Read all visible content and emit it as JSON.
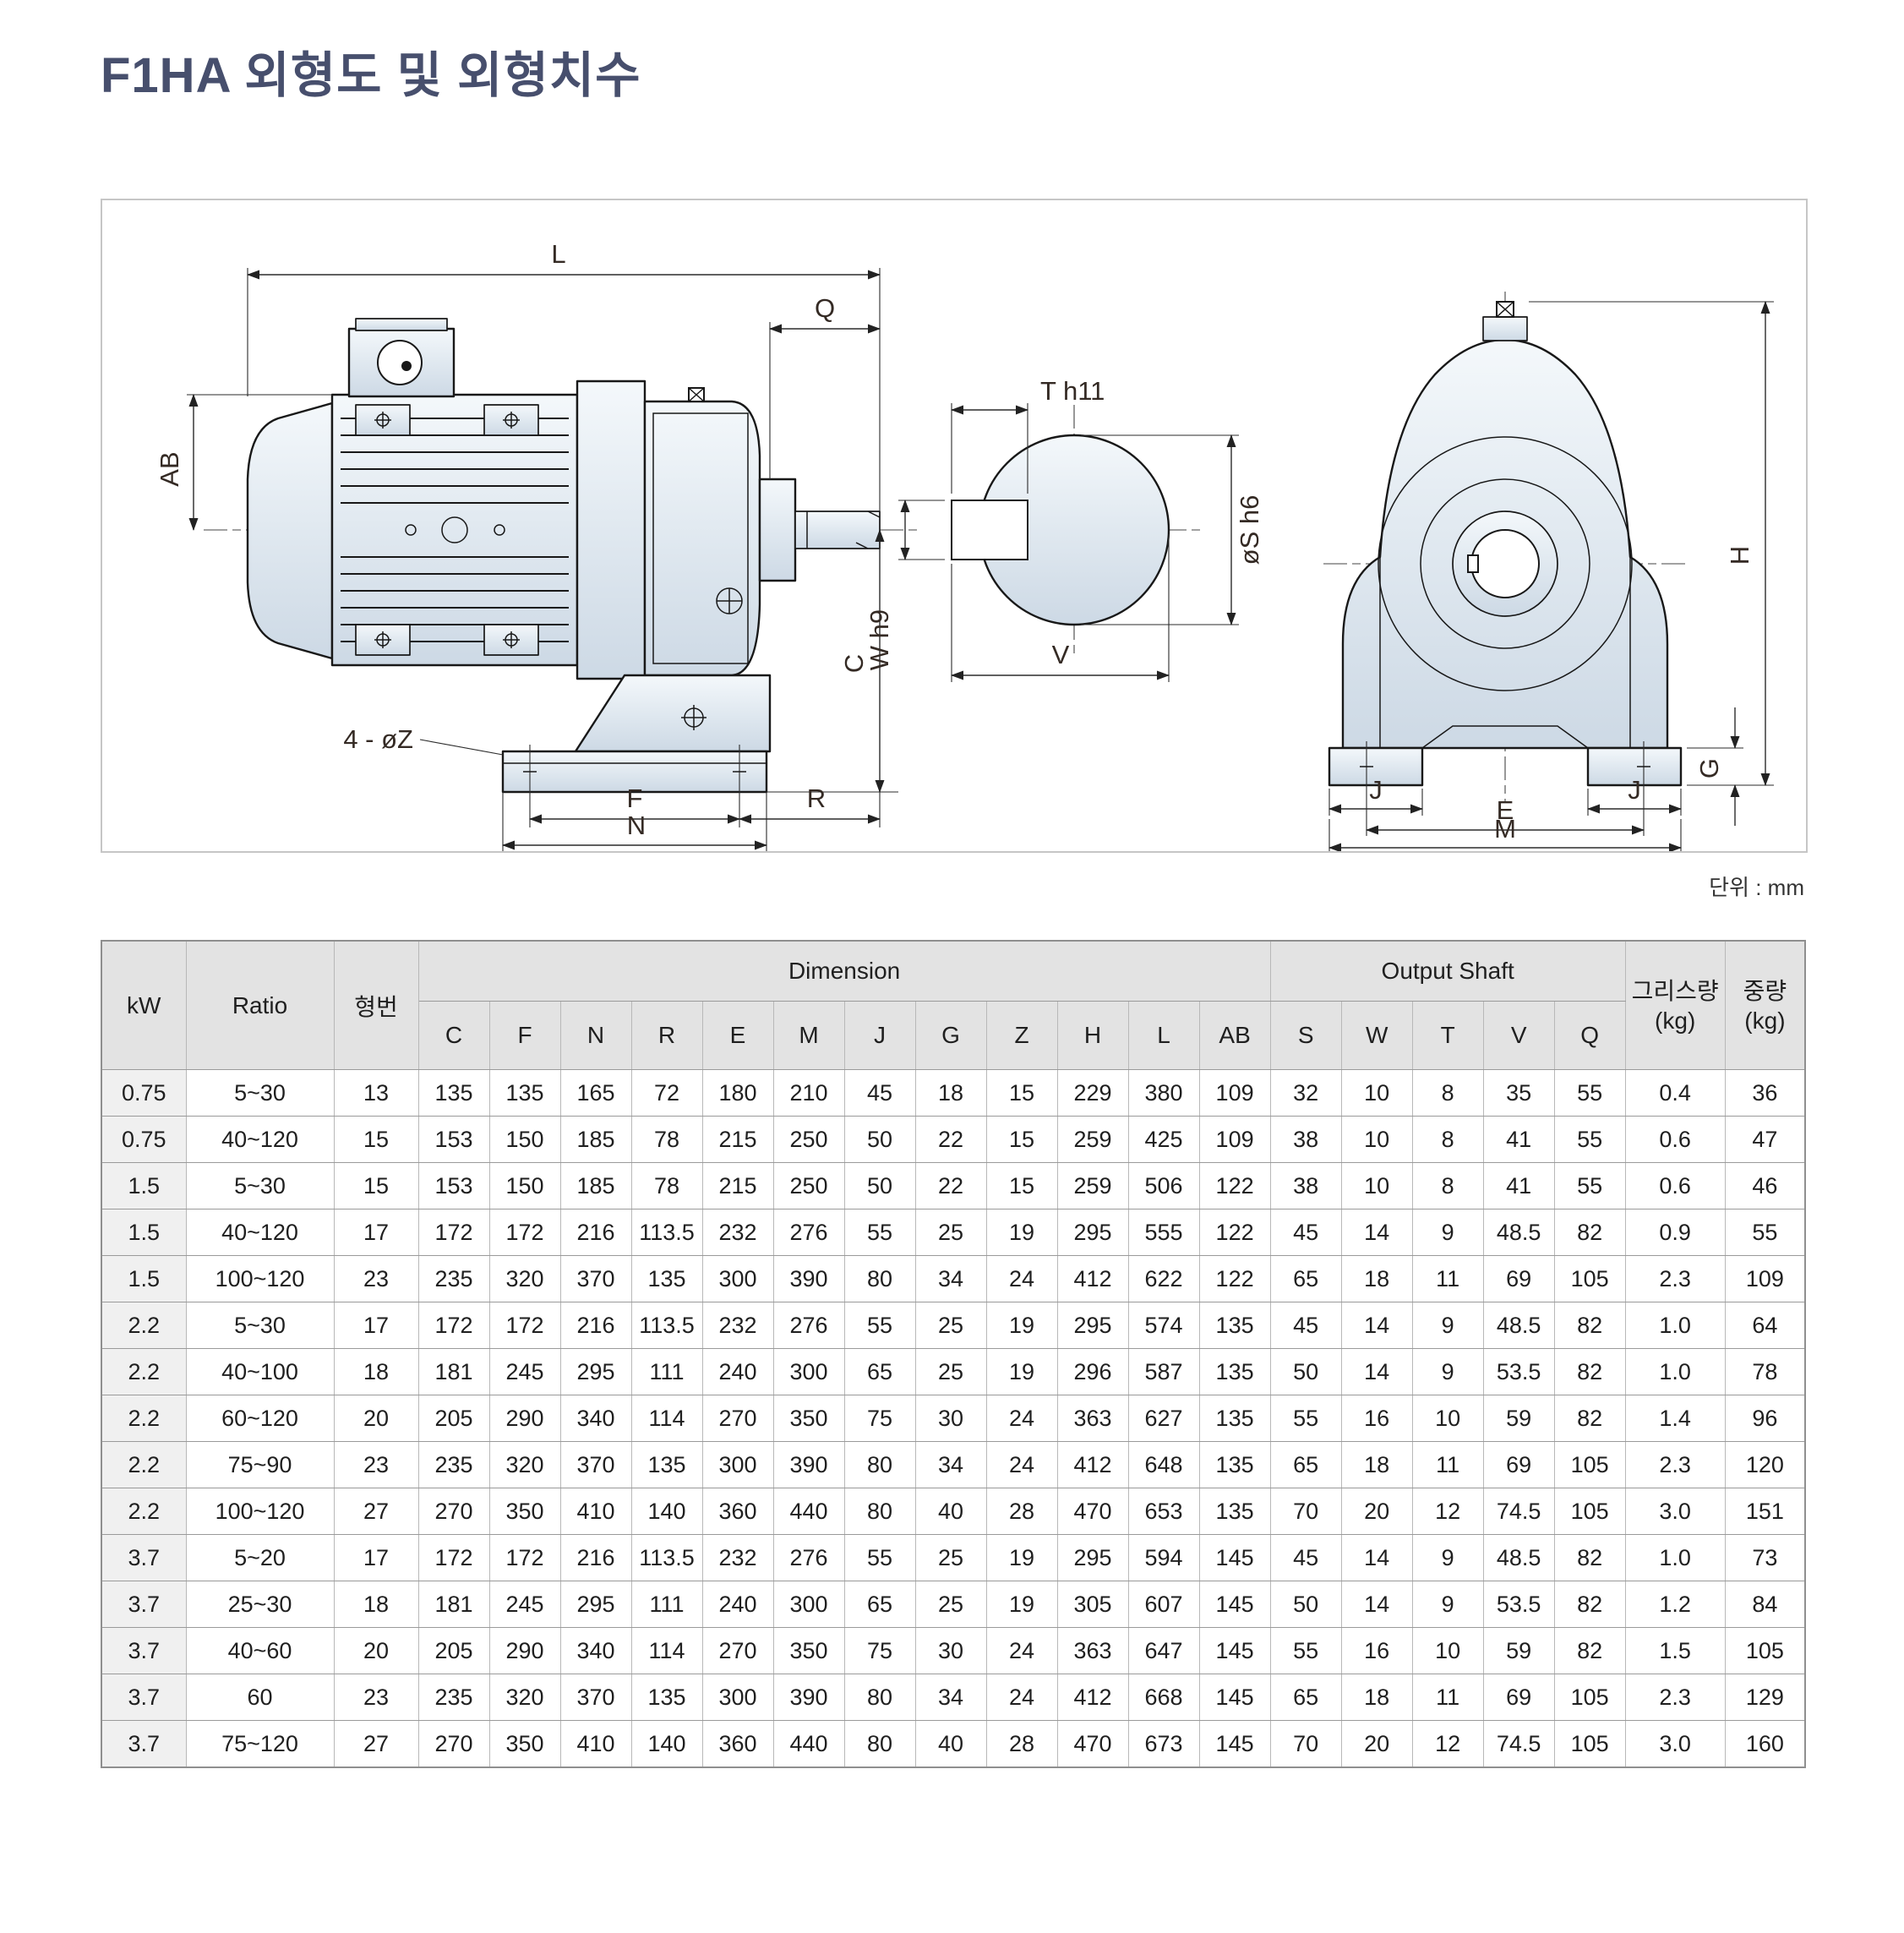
{
  "page": {
    "title": "F1HA 외형도 및 외형치수",
    "unit_note": "단위 : mm"
  },
  "drawing": {
    "side": {
      "L": "L",
      "Q": "Q",
      "AB": "AB",
      "C": "C",
      "F": "F",
      "R": "R",
      "N": "N",
      "bolt_note": "4 - øZ"
    },
    "section": {
      "T": "T h11",
      "W": "W h9",
      "S": "øS h6",
      "V": "V"
    },
    "front": {
      "H": "H",
      "G": "G",
      "J": "J",
      "E": "E",
      "M": "M"
    }
  },
  "table": {
    "headers": {
      "kw": "kW",
      "ratio": "Ratio",
      "model": "형번",
      "dimension": "Dimension",
      "output_shaft": "Output Shaft",
      "grease": "그리스량",
      "grease_unit": "(kg)",
      "weight": "중량",
      "weight_unit": "(kg)",
      "dim_cols": [
        "C",
        "F",
        "N",
        "R",
        "E",
        "M",
        "J",
        "G",
        "Z",
        "H",
        "L",
        "AB"
      ],
      "shaft_cols": [
        "S",
        "W",
        "T",
        "V",
        "Q"
      ]
    },
    "rows": [
      [
        "0.75",
        "5~30",
        "13",
        "135",
        "135",
        "165",
        "72",
        "180",
        "210",
        "45",
        "18",
        "15",
        "229",
        "380",
        "109",
        "32",
        "10",
        "8",
        "35",
        "55",
        "0.4",
        "36"
      ],
      [
        "0.75",
        "40~120",
        "15",
        "153",
        "150",
        "185",
        "78",
        "215",
        "250",
        "50",
        "22",
        "15",
        "259",
        "425",
        "109",
        "38",
        "10",
        "8",
        "41",
        "55",
        "0.6",
        "47"
      ],
      [
        "1.5",
        "5~30",
        "15",
        "153",
        "150",
        "185",
        "78",
        "215",
        "250",
        "50",
        "22",
        "15",
        "259",
        "506",
        "122",
        "38",
        "10",
        "8",
        "41",
        "55",
        "0.6",
        "46"
      ],
      [
        "1.5",
        "40~120",
        "17",
        "172",
        "172",
        "216",
        "113.5",
        "232",
        "276",
        "55",
        "25",
        "19",
        "295",
        "555",
        "122",
        "45",
        "14",
        "9",
        "48.5",
        "82",
        "0.9",
        "55"
      ],
      [
        "1.5",
        "100~120",
        "23",
        "235",
        "320",
        "370",
        "135",
        "300",
        "390",
        "80",
        "34",
        "24",
        "412",
        "622",
        "122",
        "65",
        "18",
        "11",
        "69",
        "105",
        "2.3",
        "109"
      ],
      [
        "2.2",
        "5~30",
        "17",
        "172",
        "172",
        "216",
        "113.5",
        "232",
        "276",
        "55",
        "25",
        "19",
        "295",
        "574",
        "135",
        "45",
        "14",
        "9",
        "48.5",
        "82",
        "1.0",
        "64"
      ],
      [
        "2.2",
        "40~100",
        "18",
        "181",
        "245",
        "295",
        "111",
        "240",
        "300",
        "65",
        "25",
        "19",
        "296",
        "587",
        "135",
        "50",
        "14",
        "9",
        "53.5",
        "82",
        "1.0",
        "78"
      ],
      [
        "2.2",
        "60~120",
        "20",
        "205",
        "290",
        "340",
        "114",
        "270",
        "350",
        "75",
        "30",
        "24",
        "363",
        "627",
        "135",
        "55",
        "16",
        "10",
        "59",
        "82",
        "1.4",
        "96"
      ],
      [
        "2.2",
        "75~90",
        "23",
        "235",
        "320",
        "370",
        "135",
        "300",
        "390",
        "80",
        "34",
        "24",
        "412",
        "648",
        "135",
        "65",
        "18",
        "11",
        "69",
        "105",
        "2.3",
        "120"
      ],
      [
        "2.2",
        "100~120",
        "27",
        "270",
        "350",
        "410",
        "140",
        "360",
        "440",
        "80",
        "40",
        "28",
        "470",
        "653",
        "135",
        "70",
        "20",
        "12",
        "74.5",
        "105",
        "3.0",
        "151"
      ],
      [
        "3.7",
        "5~20",
        "17",
        "172",
        "172",
        "216",
        "113.5",
        "232",
        "276",
        "55",
        "25",
        "19",
        "295",
        "594",
        "145",
        "45",
        "14",
        "9",
        "48.5",
        "82",
        "1.0",
        "73"
      ],
      [
        "3.7",
        "25~30",
        "18",
        "181",
        "245",
        "295",
        "111",
        "240",
        "300",
        "65",
        "25",
        "19",
        "305",
        "607",
        "145",
        "50",
        "14",
        "9",
        "53.5",
        "82",
        "1.2",
        "84"
      ],
      [
        "3.7",
        "40~60",
        "20",
        "205",
        "290",
        "340",
        "114",
        "270",
        "350",
        "75",
        "30",
        "24",
        "363",
        "647",
        "145",
        "55",
        "16",
        "10",
        "59",
        "82",
        "1.5",
        "105"
      ],
      [
        "3.7",
        "60",
        "23",
        "235",
        "320",
        "370",
        "135",
        "300",
        "390",
        "80",
        "34",
        "24",
        "412",
        "668",
        "145",
        "65",
        "18",
        "11",
        "69",
        "105",
        "2.3",
        "129"
      ],
      [
        "3.7",
        "75~120",
        "27",
        "270",
        "350",
        "410",
        "140",
        "360",
        "440",
        "80",
        "40",
        "28",
        "470",
        "673",
        "145",
        "70",
        "20",
        "12",
        "74.5",
        "105",
        "3.0",
        "160"
      ]
    ]
  }
}
